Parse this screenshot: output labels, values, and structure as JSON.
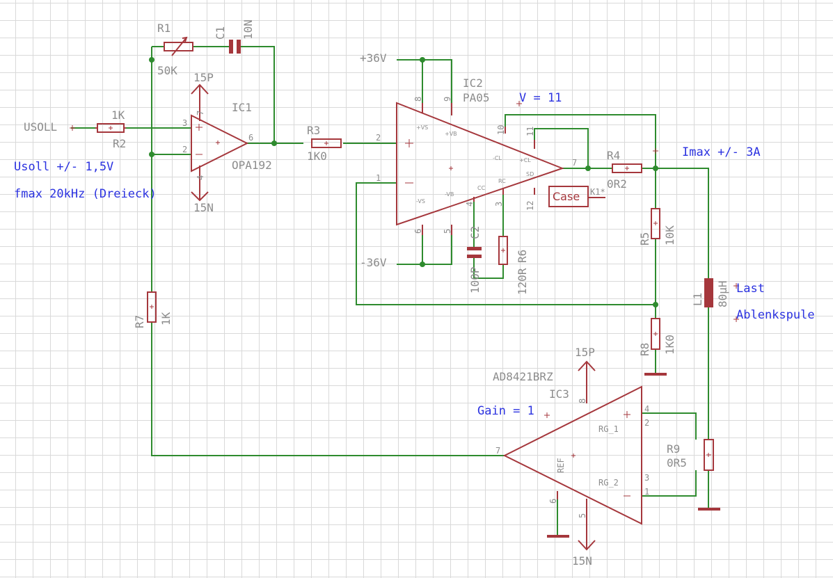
{
  "labels": {
    "usoll": "USOLL",
    "r1": "R1",
    "r1_value": "50K",
    "c1": "C1",
    "c1_value": "10N",
    "r2": "R2",
    "r2_value": "1K",
    "r3": "R3",
    "r3_value": "1K0",
    "r4": "R4",
    "r4_value": "0R2",
    "r5": "R5",
    "r5_value": "10K",
    "r6": "R6",
    "r6_value": "120R",
    "r7": "R7",
    "r7_value": "1K",
    "r8": "R8",
    "r8_value": "1K0",
    "r9": "R9",
    "r9_value": "0R5",
    "c2": "C2",
    "c2_value": "100P",
    "l1": "L1",
    "l1_value": "80µH",
    "ic1": "IC1",
    "ic1_part": "OPA192",
    "ic2": "IC2",
    "ic2_part": "PA05",
    "ic3": "IC3",
    "ic3_part": "AD8421BRZ",
    "p15": "15P",
    "n15": "15N",
    "p36": "+36V",
    "n36": "-36V",
    "case": "Case",
    "k1": "K1*",
    "rg1": "RG_1",
    "rg2": "RG_2",
    "ref": "REF",
    "pa_vs_p": "+VS",
    "pa_vb_p": "+VB",
    "pa_vs_n": "-VS",
    "pa_vb_n": "-VB",
    "pa_cl_n": "-CL",
    "pa_cl_p": "+CL",
    "pa_sd": "SD",
    "pa_cc": "CC",
    "pa_rc": "RC"
  },
  "pins": {
    "ic1_in_p": "3",
    "ic1_in_n": "2",
    "ic1_out": "6",
    "ic1_vp": "7",
    "ic1_vn": "4",
    "ic2_in_p": "2",
    "ic2_in_n": "1",
    "ic2_8": "8",
    "ic2_9": "9",
    "ic2_10": "10",
    "ic2_11": "11",
    "ic2_out": "7",
    "ic2_12": "12",
    "ic2_3": "3",
    "ic2_4": "4",
    "ic2_5": "5",
    "ic2_6": "6",
    "ic3_8": "8",
    "ic3_4": "4",
    "ic3_2": "2",
    "ic3_3": "3",
    "ic3_1": "1",
    "ic3_7": "7",
    "ic3_6": "6",
    "ic3_5": "5"
  },
  "notes": {
    "usoll": "Usoll +/- 1,5V",
    "fmax": "fmax 20kHz (Dreieck)",
    "gain_pa": "V = 11",
    "imax": "Imax +/- 3A",
    "last": "Last",
    "ablenk": "Ablenkspule",
    "gain_ic3": "Gain = 1"
  },
  "colors": {
    "wire": "#2e8b2e",
    "symbol": "#a5373c",
    "label": "#8c8c8c",
    "note": "#2b32e0",
    "grid": "#d9d9d9"
  }
}
